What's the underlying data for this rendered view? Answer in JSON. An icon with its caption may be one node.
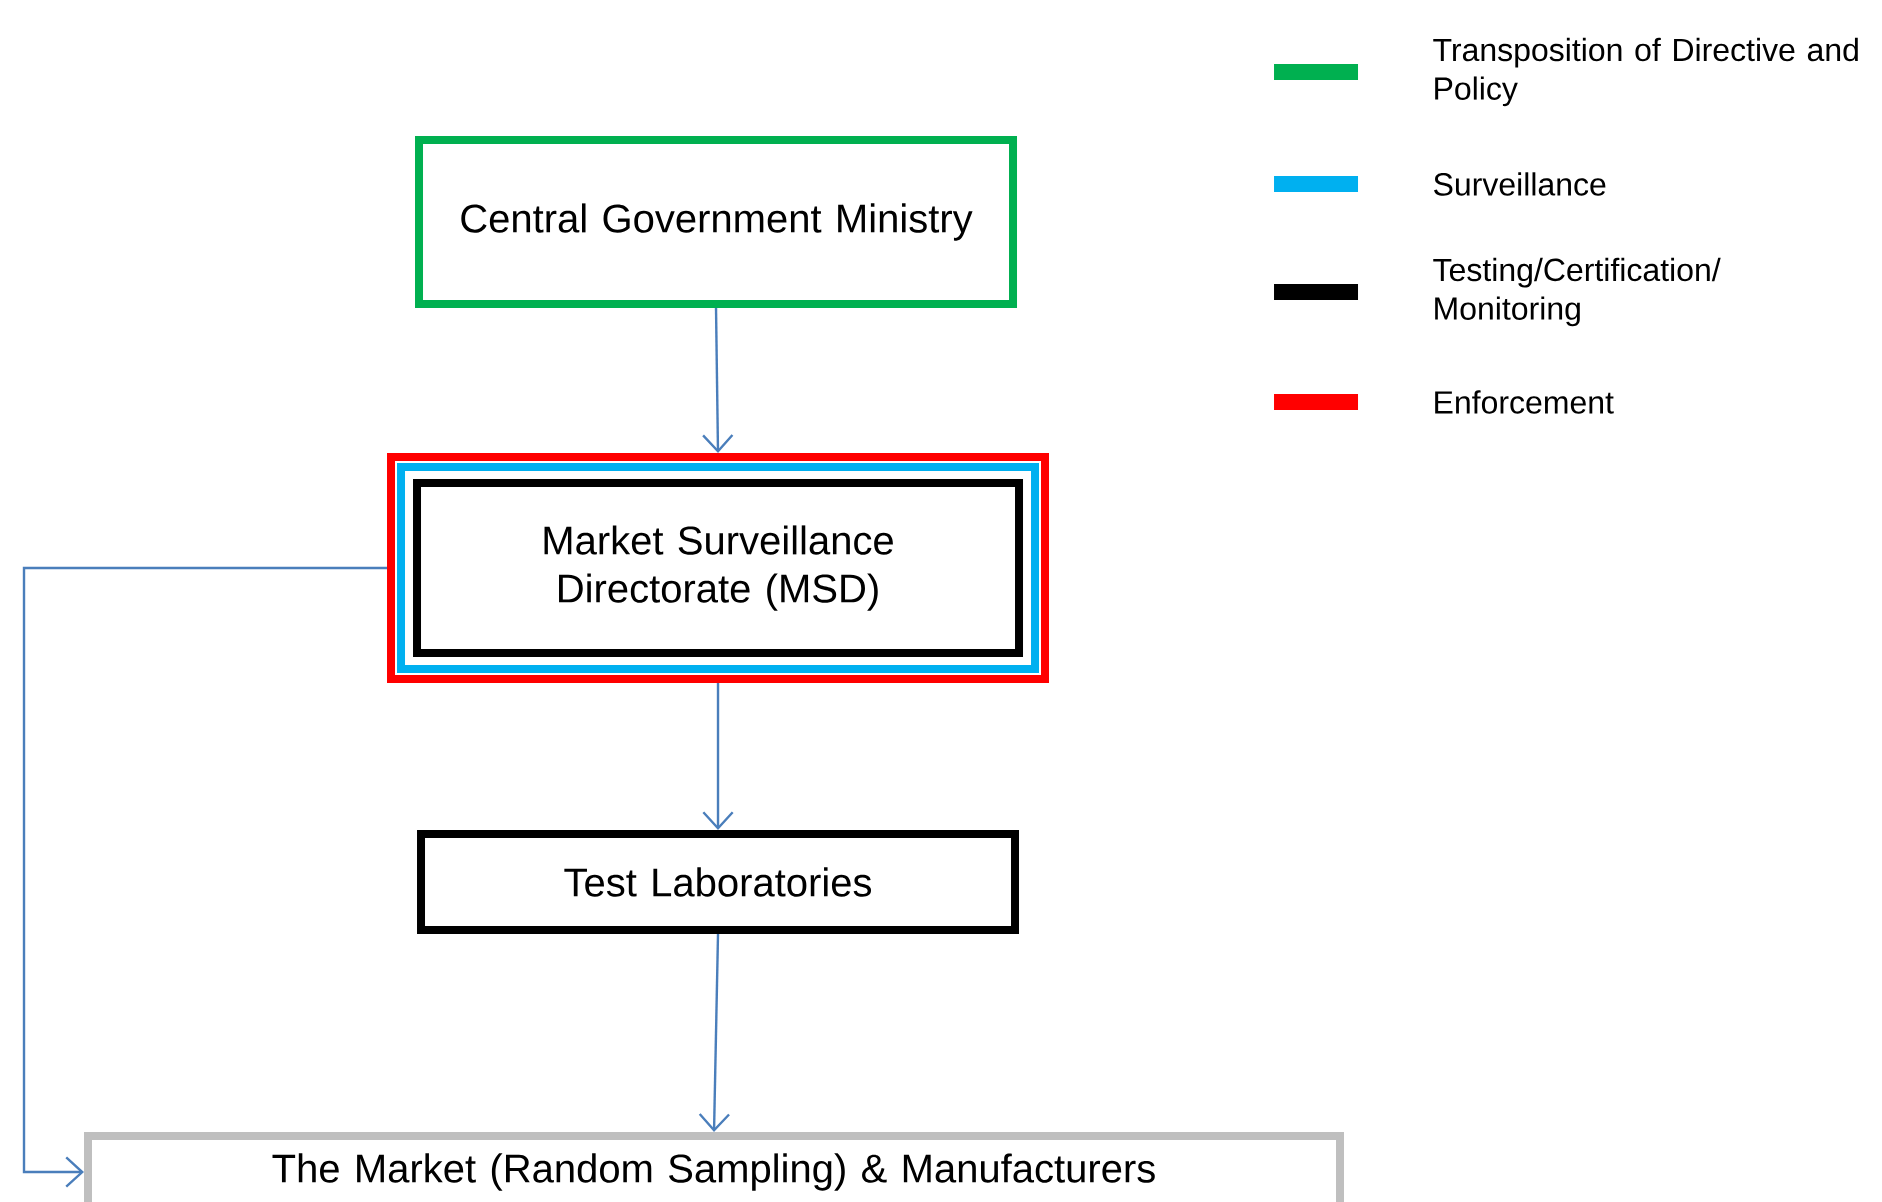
{
  "diagram": {
    "nodes": [
      {
        "text": [
          "Central Government Ministry"
        ]
      },
      {
        "text": [
          "Market Surveillance Directorate (MSD)"
        ]
      },
      {
        "text": [
          "Test Laboratories"
        ]
      },
      {
        "text": [
          "The Market (Random Sampling) & Manufacturers"
        ]
      }
    ],
    "edges": [
      {
        "from": 0,
        "to": 1,
        "arrow": "to"
      },
      {
        "from": 1,
        "to": 2,
        "arrow": "to"
      },
      {
        "from": 2,
        "to": 3,
        "arrow": "to"
      },
      {
        "from": 1,
        "to": 3,
        "arrow": "to"
      }
    ],
    "legend": [
      {
        "text": "Transposition of Directive and Policy",
        "color": "#00b050"
      },
      {
        "text": "Surveillance",
        "color": "#00b0f0"
      },
      {
        "text": "Testing/Certification/ Monitoring",
        "color": "#000000"
      },
      {
        "text": "Enforcement",
        "color": "#ff0000"
      }
    ]
  }
}
